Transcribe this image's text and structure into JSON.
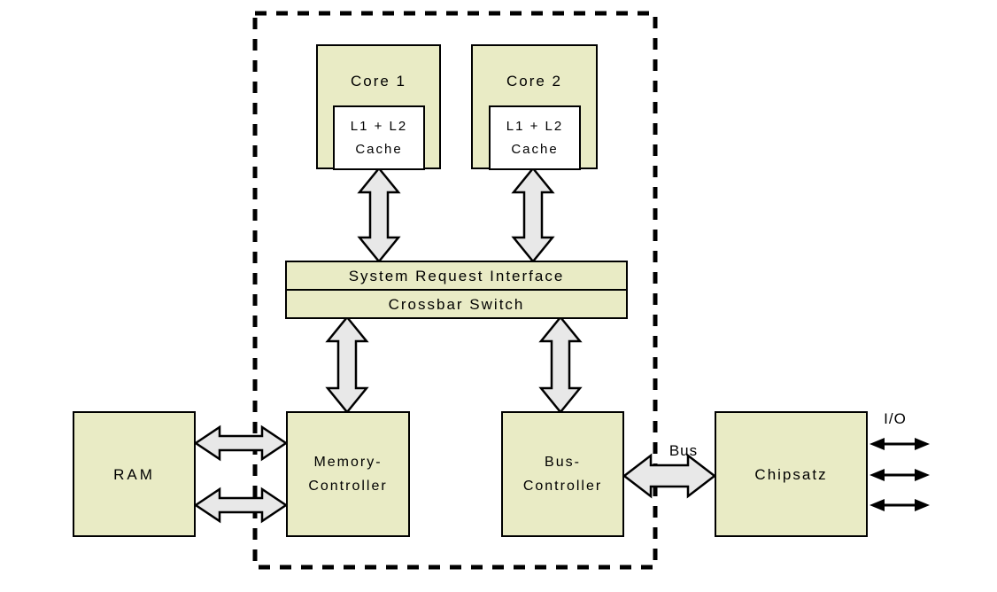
{
  "diagram": {
    "core1": {
      "label": "Core 1",
      "cache": {
        "line1": "L1 + L2",
        "line2": "Cache"
      }
    },
    "core2": {
      "label": "Core 2",
      "cache": {
        "line1": "L1 + L2",
        "line2": "Cache"
      }
    },
    "system_request_interface": "System Request Interface",
    "crossbar_switch": "Crossbar Switch",
    "ram": "RAM",
    "memory_controller": {
      "line1": "Memory-",
      "line2": "Controller"
    },
    "bus_controller": {
      "line1": "Bus-",
      "line2": "Controller"
    },
    "chipset": "Chipsatz",
    "bus": "Bus",
    "io": "I/O"
  },
  "colors": {
    "background": "#ffffff",
    "box_fill": "#e9ebc5",
    "cache_fill": "#ffffff",
    "arrow_fill": "#e8e8e8",
    "line": "#000000"
  }
}
